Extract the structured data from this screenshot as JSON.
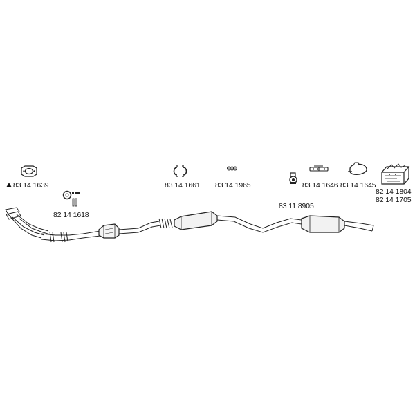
{
  "parts": {
    "gasket_front": {
      "number": "83 14 1639",
      "icon": "gasket-icon",
      "marker": "triangle-marker"
    },
    "clamp_bolts": {
      "number": "82 14 1618",
      "icon": "clamp-bolts-icon"
    },
    "clip_pair": {
      "number": "83 14 1661",
      "icon": "clip-pair-icon"
    },
    "rubber_hangers": {
      "number": "83 14 1965",
      "icon": "rubber-hangers-icon"
    },
    "hanger_clamp": {
      "number": "83 11 8905",
      "icon": "hanger-clamp-icon"
    },
    "mounting_strip": {
      "number": "83 14 1646",
      "icon": "mounting-strip-icon"
    },
    "pipe_clamp": {
      "number": "83 14 1645",
      "icon": "pipe-clamp-icon"
    },
    "mounting_kit": {
      "numbers": [
        "82 14 1804",
        "82 14 1705"
      ],
      "icon": "mounting-kit-box-icon"
    }
  },
  "colors": {
    "line": "#222222",
    "background": "#ffffff",
    "text": "#111111"
  }
}
